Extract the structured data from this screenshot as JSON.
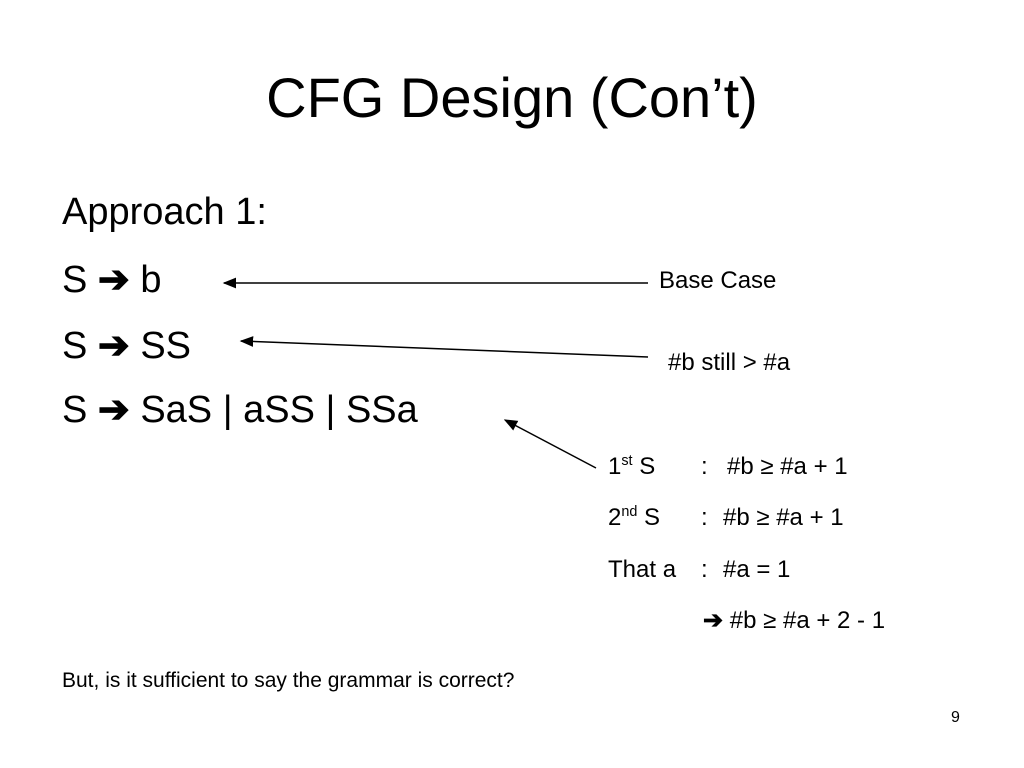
{
  "slide": {
    "title": "CFG Design (Con’t)",
    "approach_label": "Approach 1:",
    "rules": [
      {
        "lhs": "S",
        "arrow": "➔",
        "rhs": "b"
      },
      {
        "lhs": "S",
        "arrow": "➔",
        "rhs": "SS"
      },
      {
        "lhs": "S",
        "arrow": "➔",
        "rhs": "SaS | aSS | SSa"
      }
    ],
    "annotations": {
      "base_case": "Base Case",
      "b_still": "#b still > #a"
    },
    "analysis": [
      {
        "num": "1",
        "sup": "st",
        "name": "S",
        "sep": ":",
        "expr": "#b ≥ #a + 1"
      },
      {
        "num": "2",
        "sup": "nd",
        "name": "S",
        "sep": ":",
        "expr": "#b ≥ #a + 1"
      },
      {
        "name": "That a",
        "sep": ":",
        "expr": "#a = 1"
      }
    ],
    "conclusion": {
      "arrow": "➔",
      "expr": "#b ≥ #a + 2 - 1"
    },
    "question": "But, is it sufficient to say the grammar is correct?",
    "page_number": "9"
  }
}
